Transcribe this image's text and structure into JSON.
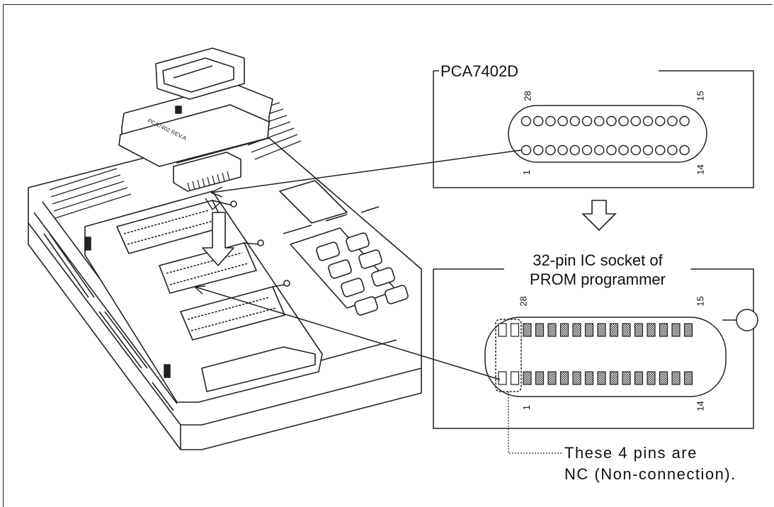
{
  "pca_box": {
    "title": "PCA7402D",
    "pin_28": "28",
    "pin_15": "15",
    "pin_1": "1",
    "pin_14": "14"
  },
  "socket_box": {
    "title_line1": "32-pin IC socket of",
    "title_line2": "PROM programmer",
    "pin_28": "28",
    "pin_15": "15",
    "pin_1": "1",
    "pin_14": "14"
  },
  "note": {
    "line1": "These 4 pins are",
    "line2": "NC (Non-connection)."
  },
  "pcb_label": "PCA7402 REV.A"
}
